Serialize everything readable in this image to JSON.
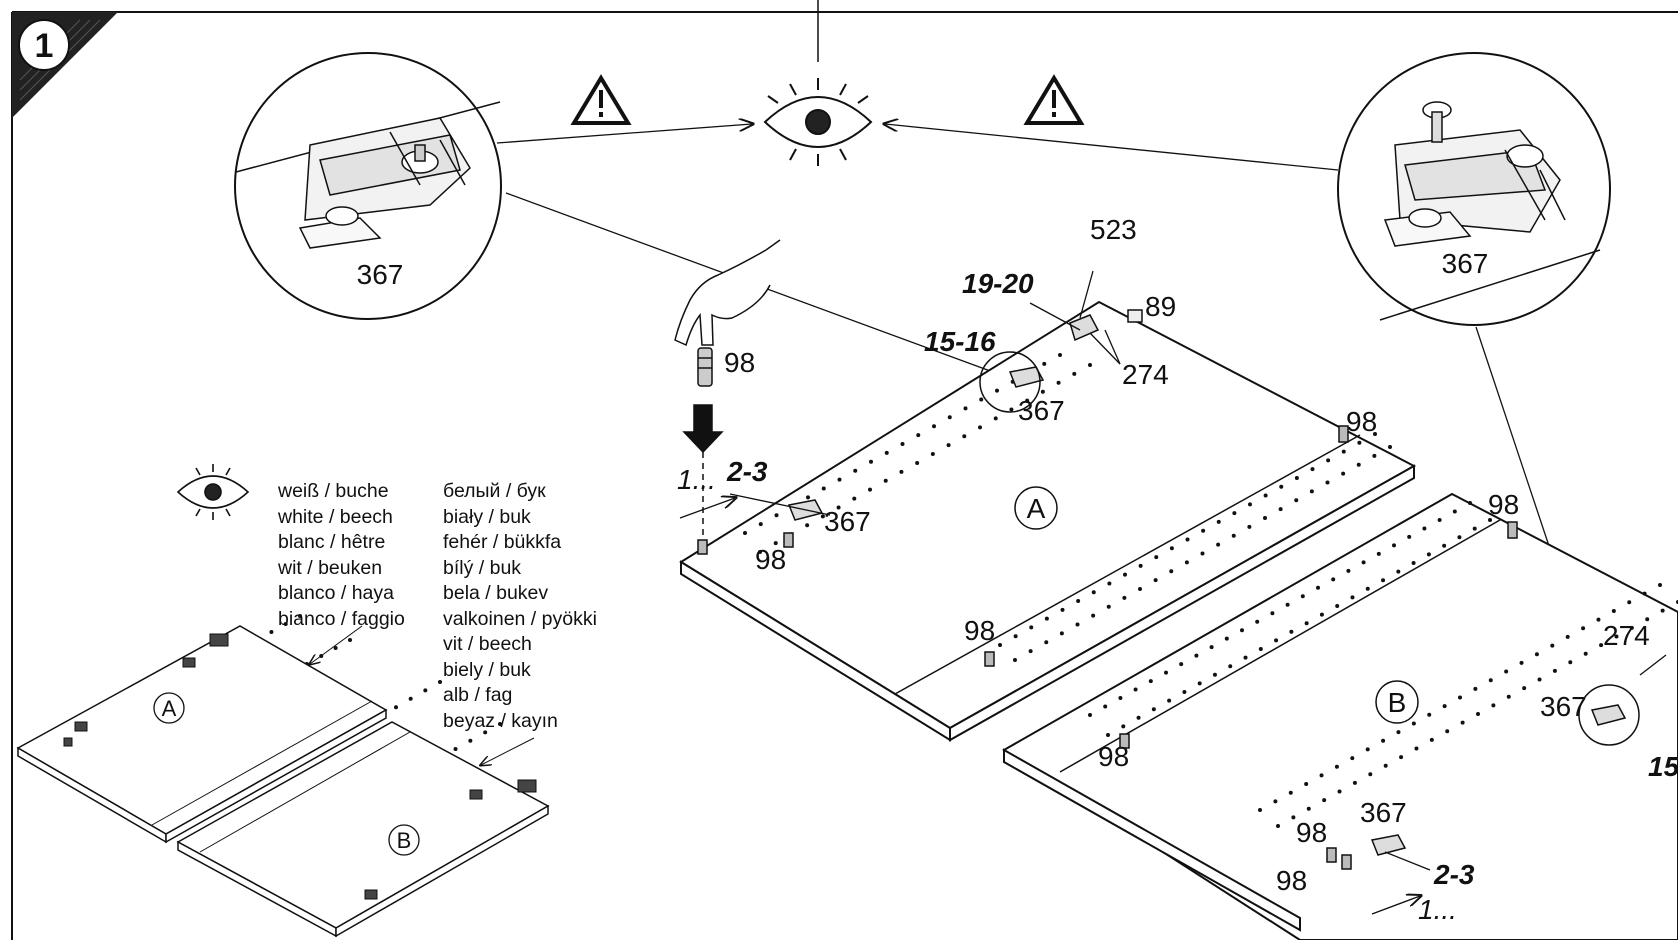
{
  "step_number": "1",
  "eye_symbol": "eye-icon",
  "warning_symbol": "warning-triangle-icon",
  "panels": {
    "a": "A",
    "b": "B"
  },
  "part_labels": {
    "bracket_left_zoom": "367",
    "bracket_right_zoom": "367",
    "part_523": "523",
    "part_89": "89",
    "part_274_top": "274",
    "part_274_right": "274",
    "part_367_a_top": "367",
    "part_367_a_left": "367",
    "part_367_b_right": "367",
    "part_367_b_bottom": "367",
    "dowel_hand": "98",
    "dowel_a_top_right": "98",
    "dowel_a_left": "98",
    "dowel_a_bottom": "98",
    "dowel_b_top": "98",
    "dowel_b_left": "98",
    "dowel_b_bottom_1": "98",
    "dowel_b_bottom_2": "98"
  },
  "screw_labels": {
    "s19_20": "19-20",
    "s15_16": "15-16",
    "s2_3_a": "2-3",
    "s2_3_b": "2-3",
    "s15_right": "15",
    "order_a": "1...",
    "order_b": "1..."
  },
  "color_legend": {
    "column_1": [
      "weiß / buche",
      "white / beech",
      "blanc / hêtre",
      "wit / beuken",
      "blanco / haya",
      "bianco / faggio"
    ],
    "column_2": [
      "белый / бук",
      "biały / buk",
      "fehér / bükkfa",
      "bílý / buk",
      "bela / bukev",
      "valkoinen / pyökki",
      "vit / beech",
      "biely / buk",
      "alb / fag",
      "beyaz / kayın"
    ]
  }
}
